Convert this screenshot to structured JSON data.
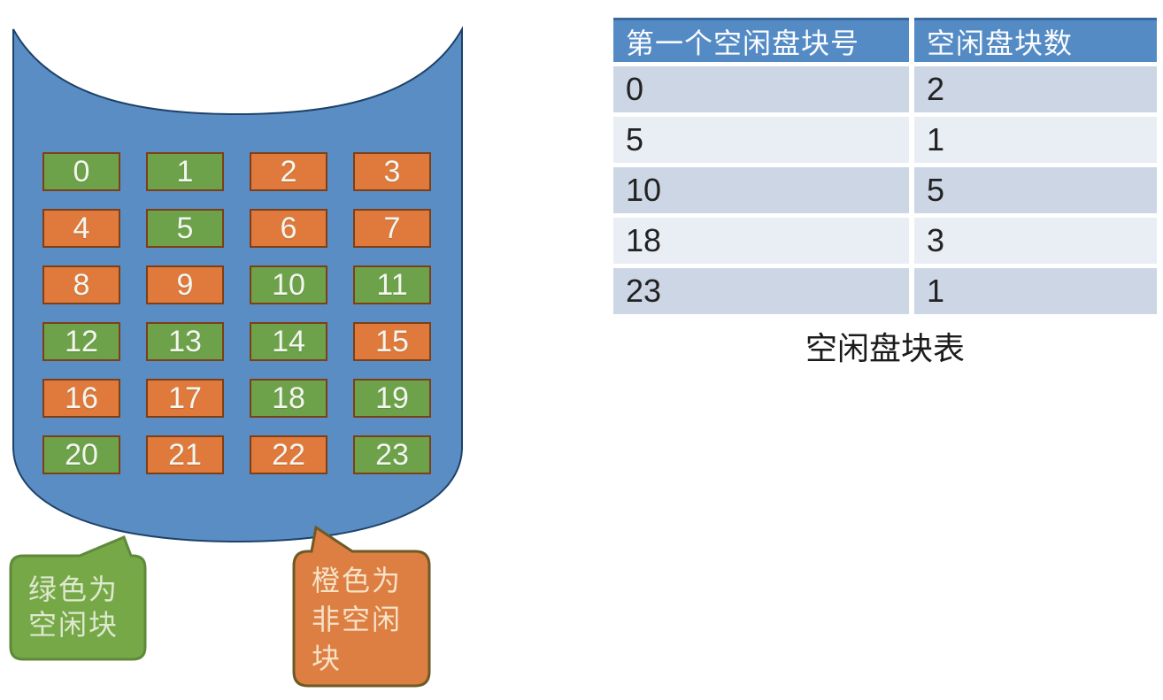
{
  "disk": {
    "blocks": [
      {
        "label": "0",
        "status": "free"
      },
      {
        "label": "1",
        "status": "free"
      },
      {
        "label": "2",
        "status": "used"
      },
      {
        "label": "3",
        "status": "used"
      },
      {
        "label": "4",
        "status": "used"
      },
      {
        "label": "5",
        "status": "free"
      },
      {
        "label": "6",
        "status": "used"
      },
      {
        "label": "7",
        "status": "used"
      },
      {
        "label": "8",
        "status": "used"
      },
      {
        "label": "9",
        "status": "used"
      },
      {
        "label": "10",
        "status": "free"
      },
      {
        "label": "11",
        "status": "free"
      },
      {
        "label": "12",
        "status": "free"
      },
      {
        "label": "13",
        "status": "free"
      },
      {
        "label": "14",
        "status": "free"
      },
      {
        "label": "15",
        "status": "used"
      },
      {
        "label": "16",
        "status": "used"
      },
      {
        "label": "17",
        "status": "used"
      },
      {
        "label": "18",
        "status": "free"
      },
      {
        "label": "19",
        "status": "free"
      },
      {
        "label": "20",
        "status": "free"
      },
      {
        "label": "21",
        "status": "used"
      },
      {
        "label": "22",
        "status": "used"
      },
      {
        "label": "23",
        "status": "free"
      }
    ]
  },
  "legend": {
    "free_label": "绿色为\n空闲块",
    "used_label": "橙色为\n非空闲\n块"
  },
  "table": {
    "headers": [
      "第一个空闲盘块号",
      "空闲盘块数"
    ],
    "rows": [
      [
        "0",
        "2"
      ],
      [
        "5",
        "1"
      ],
      [
        "10",
        "5"
      ],
      [
        "18",
        "3"
      ],
      [
        "23",
        "1"
      ]
    ],
    "caption": "空闲盘块表"
  },
  "colors": {
    "disk_fill": "#5b8dc5",
    "disk_outline": "#1d4268",
    "free_block": "#6da24a",
    "used_block": "#e0793c",
    "block_border": "#7d3f16",
    "free_bubble": "#76a847",
    "free_bubble_border": "#5e8a3a",
    "used_bubble": "#dd7e42",
    "used_bubble_border": "#6e5a26",
    "table_header_bg": "#548bc5",
    "table_row_odd": "#ccd6e5",
    "table_row_even": "#e9edf4"
  }
}
